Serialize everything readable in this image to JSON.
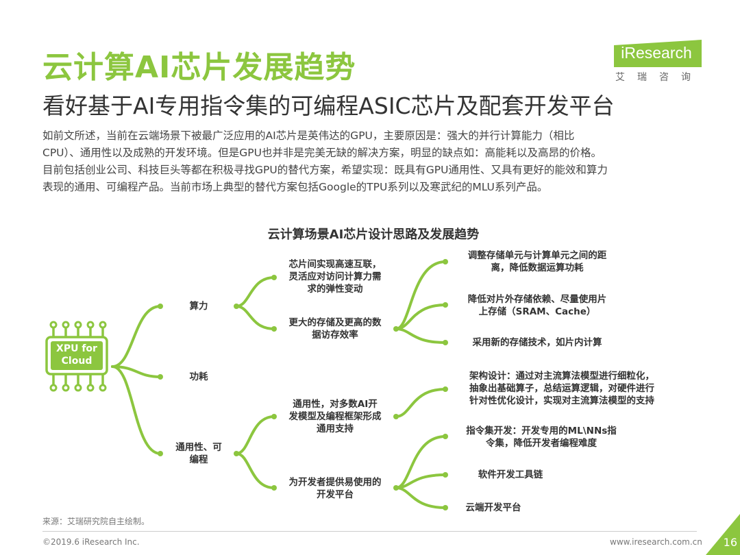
{
  "header": {
    "title": "云计算AI芯片发展趋势",
    "subtitle": "看好基于AI专用指令集的可编程ASIC芯片及配套开发平台"
  },
  "logo": {
    "name": "iResearch",
    "tagline": "艾瑞咨询"
  },
  "body": {
    "lines": [
      "如前文所述，当前在云端场景下被最广泛应用的AI芯片是英伟达的GPU，主要原因是：强大的并行计算能力（相比",
      "CPU）、通用性以及成熟的开发环境。但是GPU也并非是完美无缺的解决方案，明显的缺点如：高能耗以及高昂的价格。",
      "目前包括创业公司、科技巨头等都在积极寻找GPU的替代方案，希望实现：既具有GPU通用性、又具有更好的能效和算力",
      "表现的通用、可编程产品。当前市场上典型的替代方案包括Google的TPU系列以及寒武纪的MLU系列产品。"
    ]
  },
  "diagram": {
    "title": "云计算场景AI芯片设计思路及发展趋势",
    "root": {
      "lines": [
        "XPU for",
        "Cloud"
      ],
      "icon": "chip-icon"
    },
    "level1": [
      {
        "id": "compute",
        "lines": [
          "算力"
        ]
      },
      {
        "id": "power",
        "lines": [
          "功耗"
        ]
      },
      {
        "id": "general",
        "lines": [
          "通用性、可",
          "编程"
        ]
      }
    ],
    "level2": [
      {
        "id": "interconnect",
        "lines": [
          "芯片间实现高速互联，",
          "灵活应对访问计算力需",
          "求的弹性变动"
        ]
      },
      {
        "id": "storage",
        "lines": [
          "更大的存储及更高的数",
          "据访存效率"
        ]
      },
      {
        "id": "generality",
        "lines": [
          "通用性，对多数AI开",
          "发模型及编程框架形成",
          "通用支持"
        ]
      },
      {
        "id": "platform",
        "lines": [
          "为开发者提供易使用的",
          "开发平台"
        ]
      }
    ],
    "level3": [
      {
        "id": "distance",
        "lines": [
          "调整存储单元与计算单元之间的距",
          "离，降低数据运算功耗"
        ]
      },
      {
        "id": "onchip",
        "lines": [
          "降低对片外存储依赖、尽量使用片",
          "上存储（SRAM、Cache）"
        ]
      },
      {
        "id": "newtech",
        "lines": [
          "采用新的存储技术，如片内计算"
        ]
      },
      {
        "id": "arch",
        "lines": [
          "架构设计：通过对主流算法模型进行细粒化，",
          "抽象出基础算子，总结运算逻辑，对硬件进行",
          "针对性优化设计，实现对主流算法模型的支持"
        ]
      },
      {
        "id": "isa",
        "lines": [
          "指令集开发：开发专用的ML\\NNs指",
          "令集，降低开发者编程难度"
        ]
      },
      {
        "id": "toolchain",
        "lines": [
          "软件开发工具链"
        ]
      },
      {
        "id": "cloudplatform",
        "lines": [
          "云端开发平台"
        ]
      }
    ],
    "accent_color": "#8cc63f"
  },
  "footer": {
    "source": "来源：艾瑞研究院自主绘制。",
    "copyright": "©2019.6 iResearch Inc.",
    "website": "www.iresearch.com.cn",
    "page": "16"
  }
}
